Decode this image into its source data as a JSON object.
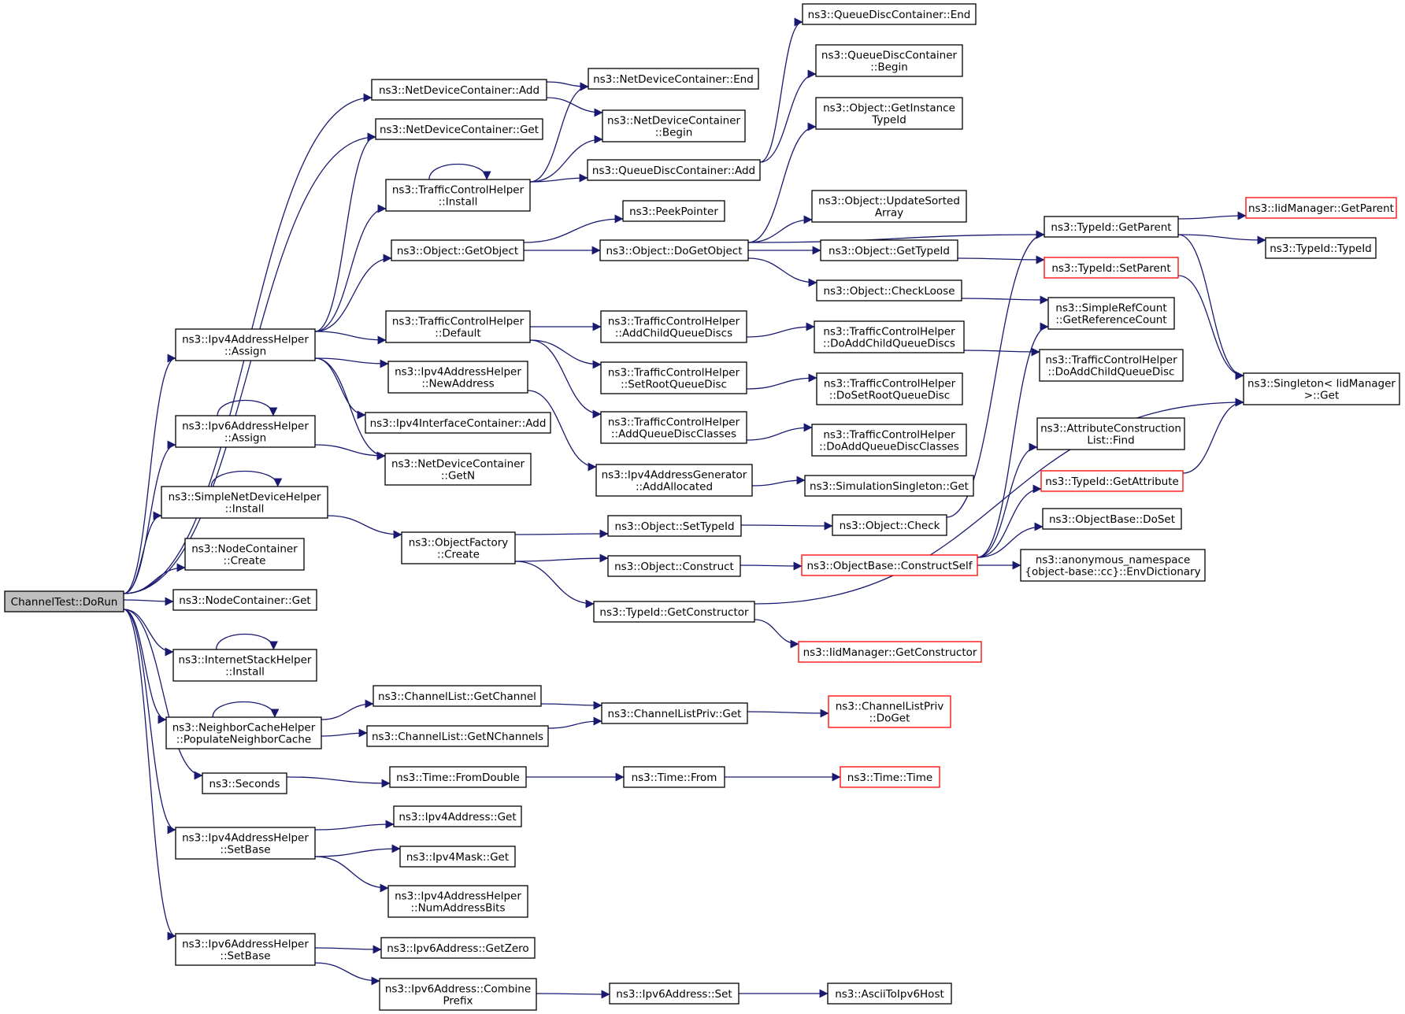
{
  "colors": {
    "edge": "#191970",
    "box_border": "#000000",
    "truncated_border": "#ff0000",
    "root_fill": "#bfbfbf",
    "background": "#ffffff"
  },
  "nodes": [
    {
      "id": "root",
      "lines": [
        "ChannelTest::DoRun"
      ],
      "root": true
    },
    {
      "id": "ndcAdd",
      "lines": [
        "ns3::NetDeviceContainer::Add"
      ]
    },
    {
      "id": "ndcGet",
      "lines": [
        "ns3::NetDeviceContainer::Get"
      ]
    },
    {
      "id": "tchInstall",
      "lines": [
        "ns3::TrafficControlHelper",
        "::Install"
      ]
    },
    {
      "id": "objGetObject",
      "lines": [
        "ns3::Object::GetObject"
      ]
    },
    {
      "id": "ipv4Assign",
      "lines": [
        "ns3::Ipv4AddressHelper",
        "::Assign"
      ]
    },
    {
      "id": "tchDefault",
      "lines": [
        "ns3::TrafficControlHelper",
        "::Default"
      ]
    },
    {
      "id": "ipv4NewAddr",
      "lines": [
        "ns3::Ipv4AddressHelper",
        "::NewAddress"
      ]
    },
    {
      "id": "ipv4IcAdd",
      "lines": [
        "ns3::Ipv4InterfaceContainer::Add"
      ]
    },
    {
      "id": "ipv6Assign",
      "lines": [
        "ns3::Ipv6AddressHelper",
        "::Assign"
      ]
    },
    {
      "id": "ndcGetN",
      "lines": [
        "ns3::NetDeviceContainer",
        "::GetN"
      ]
    },
    {
      "id": "sndhInstall",
      "lines": [
        "ns3::SimpleNetDeviceHelper",
        "::Install"
      ]
    },
    {
      "id": "ofCreate",
      "lines": [
        "ns3::ObjectFactory",
        "::Create"
      ]
    },
    {
      "id": "ncCreate",
      "lines": [
        "ns3::NodeContainer",
        "::Create"
      ]
    },
    {
      "id": "ncGet",
      "lines": [
        "ns3::NodeContainer::Get"
      ]
    },
    {
      "id": "ishInstall",
      "lines": [
        "ns3::InternetStackHelper",
        "::Install"
      ]
    },
    {
      "id": "nchPopulate",
      "lines": [
        "ns3::NeighborCacheHelper",
        "::PopulateNeighborCache"
      ]
    },
    {
      "id": "clGetChannel",
      "lines": [
        "ns3::ChannelList::GetChannel"
      ]
    },
    {
      "id": "clGetNChannels",
      "lines": [
        "ns3::ChannelList::GetNChannels"
      ]
    },
    {
      "id": "seconds",
      "lines": [
        "ns3::Seconds"
      ]
    },
    {
      "id": "timeFromDouble",
      "lines": [
        "ns3::Time::FromDouble"
      ]
    },
    {
      "id": "ipv4SetBase",
      "lines": [
        "ns3::Ipv4AddressHelper",
        "::SetBase"
      ]
    },
    {
      "id": "ipv4AddrGet",
      "lines": [
        "ns3::Ipv4Address::Get"
      ]
    },
    {
      "id": "ipv4MaskGet",
      "lines": [
        "ns3::Ipv4Mask::Get"
      ]
    },
    {
      "id": "ipv4NumBits",
      "lines": [
        "ns3::Ipv4AddressHelper",
        "::NumAddressBits"
      ]
    },
    {
      "id": "ipv6SetBase",
      "lines": [
        "ns3::Ipv6AddressHelper",
        "::SetBase"
      ]
    },
    {
      "id": "ipv6GetZero",
      "lines": [
        "ns3::Ipv6Address::GetZero"
      ]
    },
    {
      "id": "ipv6Combine",
      "lines": [
        "ns3::Ipv6Address::Combine",
        "Prefix"
      ]
    },
    {
      "id": "ndcEnd",
      "lines": [
        "ns3::NetDeviceContainer::End"
      ]
    },
    {
      "id": "ndcBegin",
      "lines": [
        "ns3::NetDeviceContainer",
        "::Begin"
      ]
    },
    {
      "id": "qdcAdd",
      "lines": [
        "ns3::QueueDiscContainer::Add"
      ]
    },
    {
      "id": "peekPointer",
      "lines": [
        "ns3::PeekPointer"
      ]
    },
    {
      "id": "doGetObject",
      "lines": [
        "ns3::Object::DoGetObject"
      ]
    },
    {
      "id": "addChildQDs",
      "lines": [
        "ns3::TrafficControlHelper",
        "::AddChildQueueDiscs"
      ]
    },
    {
      "id": "setRootQD",
      "lines": [
        "ns3::TrafficControlHelper",
        "::SetRootQueueDisc"
      ]
    },
    {
      "id": "addQDClasses",
      "lines": [
        "ns3::TrafficControlHelper",
        "::AddQueueDiscClasses"
      ]
    },
    {
      "id": "ipv4GenAlloc",
      "lines": [
        "ns3::Ipv4AddressGenerator",
        "::AddAllocated"
      ]
    },
    {
      "id": "objSetTypeId",
      "lines": [
        "ns3::Object::SetTypeId"
      ]
    },
    {
      "id": "objConstruct",
      "lines": [
        "ns3::Object::Construct"
      ]
    },
    {
      "id": "tidGetCtor",
      "lines": [
        "ns3::TypeId::GetConstructor"
      ]
    },
    {
      "id": "clpGet",
      "lines": [
        "ns3::ChannelListPriv::Get"
      ]
    },
    {
      "id": "timeFrom",
      "lines": [
        "ns3::Time::From"
      ]
    },
    {
      "id": "ipv6Set",
      "lines": [
        "ns3::Ipv6Address::Set"
      ]
    },
    {
      "id": "qdcEnd",
      "lines": [
        "ns3::QueueDiscContainer::End"
      ]
    },
    {
      "id": "qdcBegin",
      "lines": [
        "ns3::QueueDiscContainer",
        "::Begin"
      ]
    },
    {
      "id": "objGetInstTid",
      "lines": [
        "ns3::Object::GetInstance",
        "TypeId"
      ]
    },
    {
      "id": "objUpdSorted",
      "lines": [
        "ns3::Object::UpdateSorted",
        "Array"
      ]
    },
    {
      "id": "objGetTypeId",
      "lines": [
        "ns3::Object::GetTypeId"
      ]
    },
    {
      "id": "objCheckLoose",
      "lines": [
        "ns3::Object::CheckLoose"
      ]
    },
    {
      "id": "doAddChildQDs",
      "lines": [
        "ns3::TrafficControlHelper",
        "::DoAddChildQueueDiscs"
      ]
    },
    {
      "id": "doSetRootQD",
      "lines": [
        "ns3::TrafficControlHelper",
        "::DoSetRootQueueDisc"
      ]
    },
    {
      "id": "doAddQDClasses",
      "lines": [
        "ns3::TrafficControlHelper",
        "::DoAddQueueDiscClasses"
      ]
    },
    {
      "id": "simSingletonGet",
      "lines": [
        "ns3::SimulationSingleton::Get"
      ]
    },
    {
      "id": "objCheck",
      "lines": [
        "ns3::Object::Check"
      ]
    },
    {
      "id": "obConstructSelf",
      "lines": [
        "ns3::ObjectBase::ConstructSelf"
      ],
      "truncated": true
    },
    {
      "id": "iidGetCtor",
      "lines": [
        "ns3::IidManager::GetConstructor"
      ],
      "truncated": true
    },
    {
      "id": "clpDoGet",
      "lines": [
        "ns3::ChannelListPriv",
        "::DoGet"
      ],
      "truncated": true
    },
    {
      "id": "timeTime",
      "lines": [
        "ns3::Time::Time"
      ],
      "truncated": true
    },
    {
      "id": "asciiToIpv6",
      "lines": [
        "ns3::AsciiToIpv6Host"
      ]
    },
    {
      "id": "tidGetParent",
      "lines": [
        "ns3::TypeId::GetParent"
      ]
    },
    {
      "id": "tidSetParent",
      "lines": [
        "ns3::TypeId::SetParent"
      ],
      "truncated": true
    },
    {
      "id": "srcGetRefCount",
      "lines": [
        "ns3::SimpleRefCount",
        "::GetReferenceCount"
      ]
    },
    {
      "id": "doAddChildQD",
      "lines": [
        "ns3::TrafficControlHelper",
        "::DoAddChildQueueDisc"
      ]
    },
    {
      "id": "attrConsFind",
      "lines": [
        "ns3::AttributeConstruction",
        "List::Find"
      ]
    },
    {
      "id": "tidGetAttr",
      "lines": [
        "ns3::TypeId::GetAttribute"
      ],
      "truncated": true
    },
    {
      "id": "obDoSet",
      "lines": [
        "ns3::ObjectBase::DoSet"
      ]
    },
    {
      "id": "envDict",
      "lines": [
        "ns3::anonymous_namespace",
        "{object-base::cc}::EnvDictionary"
      ]
    },
    {
      "id": "iidGetParent",
      "lines": [
        "ns3::IidManager::GetParent"
      ],
      "truncated": true
    },
    {
      "id": "tidTypeId",
      "lines": [
        "ns3::TypeId::TypeId"
      ]
    },
    {
      "id": "singletonGet",
      "lines": [
        "ns3::Singleton< IidManager",
        " >::Get"
      ]
    }
  ],
  "edges": [
    [
      "root",
      "ndcAdd"
    ],
    [
      "root",
      "ndcGet"
    ],
    [
      "root",
      "ipv4Assign"
    ],
    [
      "root",
      "ipv6Assign"
    ],
    [
      "root",
      "sndhInstall"
    ],
    [
      "root",
      "ncCreate"
    ],
    [
      "root",
      "ncGet"
    ],
    [
      "root",
      "ishInstall"
    ],
    [
      "root",
      "nchPopulate"
    ],
    [
      "root",
      "seconds"
    ],
    [
      "root",
      "ipv4SetBase"
    ],
    [
      "root",
      "ipv6SetBase"
    ],
    [
      "ndcAdd",
      "ndcEnd"
    ],
    [
      "ndcAdd",
      "ndcBegin"
    ],
    [
      "ipv4Assign",
      "ndcGet"
    ],
    [
      "ipv4Assign",
      "tchInstall"
    ],
    [
      "ipv4Assign",
      "objGetObject"
    ],
    [
      "ipv4Assign",
      "tchDefault"
    ],
    [
      "ipv4Assign",
      "ipv4NewAddr"
    ],
    [
      "ipv4Assign",
      "ipv4IcAdd"
    ],
    [
      "ipv4Assign",
      "ndcGetN"
    ],
    [
      "tchInstall",
      "tchInstall"
    ],
    [
      "tchInstall",
      "ndcEnd"
    ],
    [
      "tchInstall",
      "ndcBegin"
    ],
    [
      "tchInstall",
      "qdcAdd"
    ],
    [
      "objGetObject",
      "peekPointer"
    ],
    [
      "objGetObject",
      "doGetObject"
    ],
    [
      "tchDefault",
      "addChildQDs"
    ],
    [
      "tchDefault",
      "setRootQD"
    ],
    [
      "tchDefault",
      "addQDClasses"
    ],
    [
      "ipv4NewAddr",
      "ipv4GenAlloc"
    ],
    [
      "ipv6Assign",
      "ipv6Assign"
    ],
    [
      "ipv6Assign",
      "ndcGetN"
    ],
    [
      "sndhInstall",
      "sndhInstall"
    ],
    [
      "sndhInstall",
      "ofCreate"
    ],
    [
      "ofCreate",
      "objSetTypeId"
    ],
    [
      "ofCreate",
      "objConstruct"
    ],
    [
      "ofCreate",
      "tidGetCtor"
    ],
    [
      "ishInstall",
      "ishInstall"
    ],
    [
      "nchPopulate",
      "nchPopulate"
    ],
    [
      "nchPopulate",
      "clGetChannel"
    ],
    [
      "nchPopulate",
      "clGetNChannels"
    ],
    [
      "clGetChannel",
      "clpGet"
    ],
    [
      "clGetNChannels",
      "clpGet"
    ],
    [
      "clpGet",
      "clpDoGet"
    ],
    [
      "seconds",
      "timeFromDouble"
    ],
    [
      "timeFromDouble",
      "timeFrom"
    ],
    [
      "timeFrom",
      "timeTime"
    ],
    [
      "ipv4SetBase",
      "ipv4AddrGet"
    ],
    [
      "ipv4SetBase",
      "ipv4MaskGet"
    ],
    [
      "ipv4SetBase",
      "ipv4NumBits"
    ],
    [
      "ipv6SetBase",
      "ipv6GetZero"
    ],
    [
      "ipv6SetBase",
      "ipv6Combine"
    ],
    [
      "ipv6Combine",
      "ipv6Set"
    ],
    [
      "ipv6Set",
      "asciiToIpv6"
    ],
    [
      "qdcAdd",
      "qdcEnd"
    ],
    [
      "qdcAdd",
      "qdcBegin"
    ],
    [
      "doGetObject",
      "objGetInstTid"
    ],
    [
      "doGetObject",
      "objUpdSorted"
    ],
    [
      "doGetObject",
      "objGetTypeId"
    ],
    [
      "doGetObject",
      "objCheckLoose"
    ],
    [
      "doGetObject",
      "tidGetParent"
    ],
    [
      "addChildQDs",
      "doAddChildQDs"
    ],
    [
      "setRootQD",
      "doSetRootQD"
    ],
    [
      "addQDClasses",
      "doAddQDClasses"
    ],
    [
      "ipv4GenAlloc",
      "simSingletonGet"
    ],
    [
      "objSetTypeId",
      "objCheck"
    ],
    [
      "objCheck",
      "tidGetParent"
    ],
    [
      "objConstruct",
      "obConstructSelf"
    ],
    [
      "tidGetCtor",
      "iidGetCtor"
    ],
    [
      "tidGetCtor",
      "singletonGet"
    ],
    [
      "objGetTypeId",
      "tidSetParent"
    ],
    [
      "objCheckLoose",
      "srcGetRefCount"
    ],
    [
      "doAddChildQDs",
      "doAddChildQD"
    ],
    [
      "obConstructSelf",
      "srcGetRefCount"
    ],
    [
      "obConstructSelf",
      "attrConsFind"
    ],
    [
      "obConstructSelf",
      "tidGetAttr"
    ],
    [
      "obConstructSelf",
      "obDoSet"
    ],
    [
      "obConstructSelf",
      "envDict"
    ],
    [
      "tidGetParent",
      "iidGetParent"
    ],
    [
      "tidGetParent",
      "tidTypeId"
    ],
    [
      "tidGetParent",
      "singletonGet"
    ],
    [
      "tidSetParent",
      "singletonGet"
    ],
    [
      "tidGetAttr",
      "singletonGet"
    ]
  ]
}
